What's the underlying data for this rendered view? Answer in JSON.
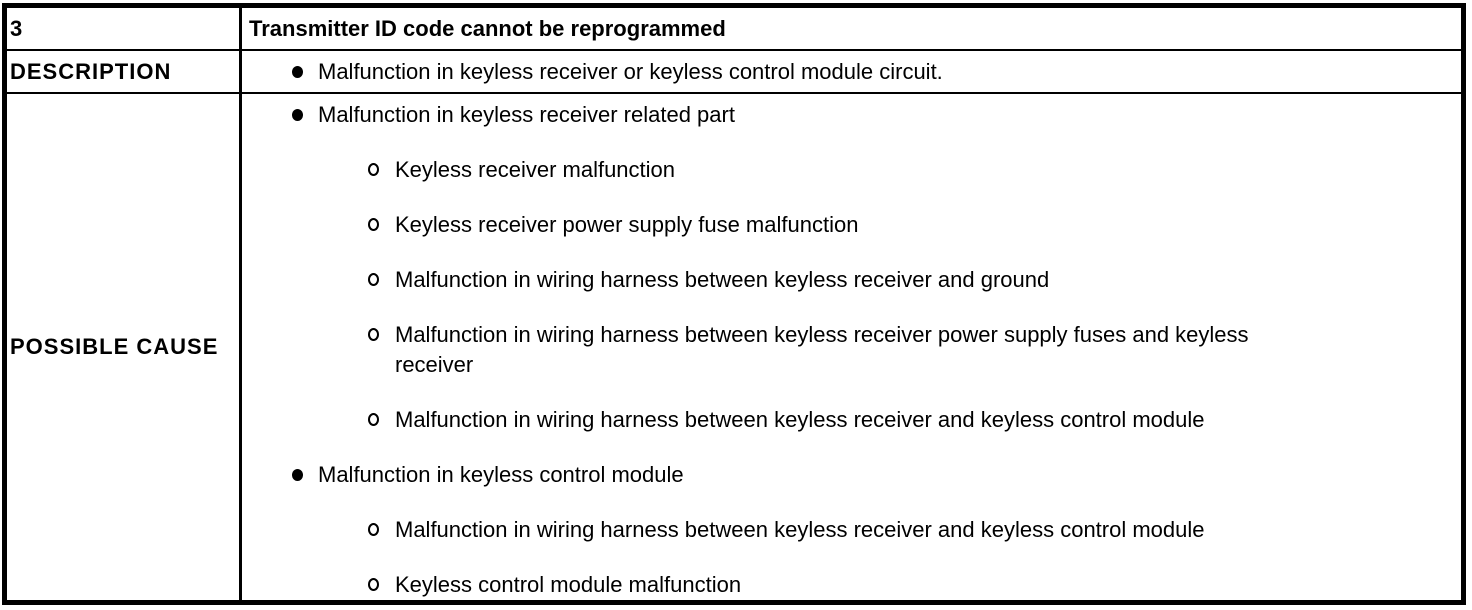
{
  "colors": {
    "border": "#000000",
    "text": "#000000",
    "background": "#ffffff"
  },
  "icons": {
    "level1_bullet": "filled-circle",
    "level2_bullet": "open-circle"
  },
  "header": {
    "row_number": "3",
    "title": "Transmitter ID code cannot be reprogrammed"
  },
  "description": {
    "label": "DESCRIPTION",
    "items": [
      "Malfunction in keyless receiver or keyless control module circuit."
    ]
  },
  "possible_cause": {
    "label": "POSSIBLE CAUSE",
    "groups": [
      {
        "label": "Malfunction in keyless receiver related part",
        "sub_items": [
          "Keyless receiver malfunction",
          "Keyless receiver power supply fuse malfunction",
          "Malfunction in wiring harness between keyless receiver and ground",
          "Malfunction in wiring harness between keyless receiver power supply fuses and keyless receiver",
          "Malfunction in wiring harness between keyless receiver and keyless control module"
        ]
      },
      {
        "label": "Malfunction in keyless control module",
        "sub_items": [
          "Malfunction in wiring harness between keyless receiver and keyless control module",
          "Keyless control module malfunction"
        ]
      }
    ]
  }
}
